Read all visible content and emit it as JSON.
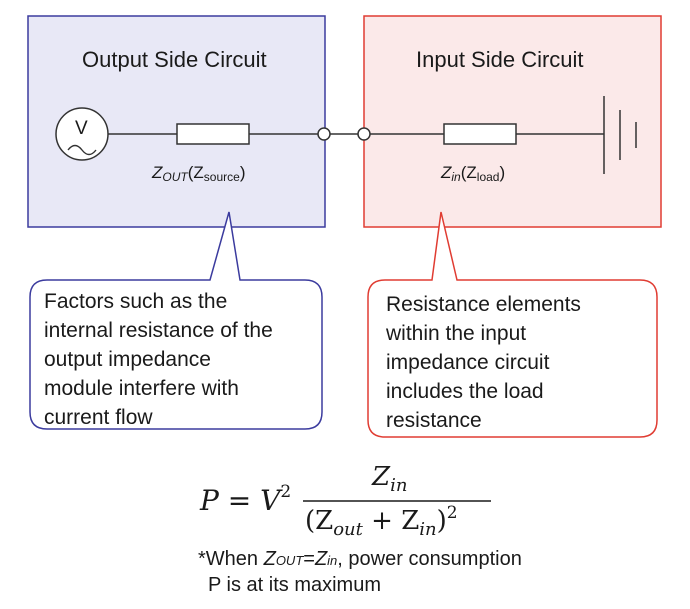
{
  "output_side": {
    "title": "Output Side Circuit",
    "source_symbol": "V",
    "impedance_main": "Z",
    "impedance_sub": "OUT",
    "impedance_paren_open": "(Z",
    "impedance_paren_sub": "source",
    "impedance_paren_close": ")",
    "fill_color": "#e8e8f6",
    "border_color": "#3b3b9e"
  },
  "input_side": {
    "title": "Input Side Circuit",
    "impedance_main": "Z",
    "impedance_sub": "in",
    "impedance_paren_open": "(Z",
    "impedance_paren_sub": "load",
    "impedance_paren_close": ")",
    "fill_color": "#fbe9e9",
    "border_color": "#e03c32"
  },
  "callouts": {
    "output": {
      "lines": [
        "Factors such as the",
        "internal resistance of the",
        "output impedance",
        "module interfere with",
        "current flow"
      ]
    },
    "input": {
      "lines": [
        "Resistance elements",
        "within the input",
        "impedance circuit",
        "includes the load",
        "resistance"
      ]
    }
  },
  "formula": {
    "lhs": "P = V",
    "lhs_exp": "2",
    "numerator_main": "Z",
    "numerator_sub": "in",
    "den_open": "(Z",
    "den_sub1": "out",
    "den_plus": " + Z",
    "den_sub2": "in",
    "den_close": ")",
    "den_exp": "2"
  },
  "note": {
    "prefix": "*When ",
    "z1": "Z",
    "z1_sub": "OUT",
    "eq": "=",
    "z2": "Z",
    "z2_sub": "in",
    "suffix": ", power consumption",
    "line2": "P is at its maximum"
  }
}
